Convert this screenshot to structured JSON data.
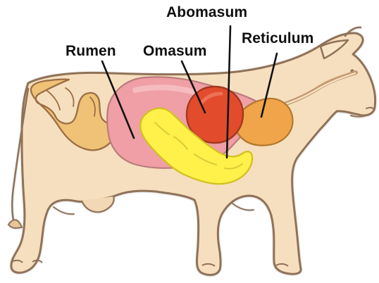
{
  "labels": {
    "abomasum": "Abomasum",
    "rumen": "Rumen",
    "omasum": "Omasum",
    "reticulum": "Reticulum"
  },
  "colors": {
    "body_fill": "#f6dfbe",
    "outline": "#8f7258",
    "intestine_fill": "#efc277",
    "rumen_fill": "#ef9fa5",
    "reticulum_fill": "#f0a54a",
    "omasum_fill": "#e24c2d",
    "abomasum_fill": "#fff04a",
    "pointer_line": "#111111"
  }
}
